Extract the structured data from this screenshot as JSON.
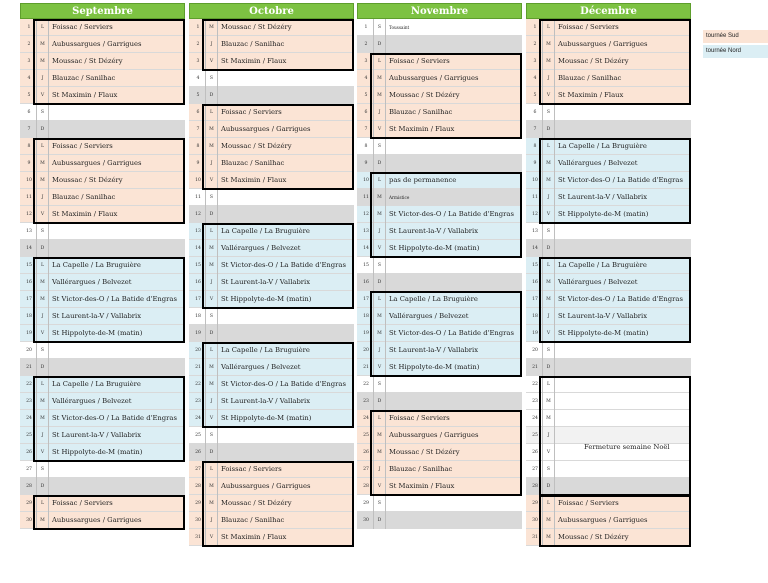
{
  "legend": [
    {
      "label": "tournée Sud",
      "color": "#fbe4d5"
    },
    {
      "label": "tournée Nord",
      "color": "#dbeef4"
    }
  ],
  "months": [
    {
      "name": "Septembre",
      "days": [
        {
          "n": "1",
          "d": "L",
          "t": "Foissac / Serviers",
          "c": "sud"
        },
        {
          "n": "2",
          "d": "M",
          "t": "Aubussargues / Garrigues",
          "c": "sud"
        },
        {
          "n": "3",
          "d": "M",
          "t": "Moussac / St Dézéry",
          "c": "sud"
        },
        {
          "n": "4",
          "d": "J",
          "t": "Blauzac / Sanilhac",
          "c": "sud"
        },
        {
          "n": "5",
          "d": "V",
          "t": "St Maximin / Flaux",
          "c": "sud"
        },
        {
          "n": "6",
          "d": "S",
          "t": "",
          "c": "s"
        },
        {
          "n": "7",
          "d": "D",
          "t": "",
          "c": "d"
        },
        {
          "n": "8",
          "d": "L",
          "t": "Foissac / Serviers",
          "c": "sud"
        },
        {
          "n": "9",
          "d": "M",
          "t": "Aubussargues / Garrigues",
          "c": "sud"
        },
        {
          "n": "10",
          "d": "M",
          "t": "Moussac / St Dézéry",
          "c": "sud"
        },
        {
          "n": "11",
          "d": "J",
          "t": "Blauzac / Sanilhac",
          "c": "sud"
        },
        {
          "n": "12",
          "d": "V",
          "t": "St Maximin / Flaux",
          "c": "sud"
        },
        {
          "n": "13",
          "d": "S",
          "t": "",
          "c": "s"
        },
        {
          "n": "14",
          "d": "D",
          "t": "",
          "c": "d"
        },
        {
          "n": "15",
          "d": "L",
          "t": "La Capelle / La Bruguière",
          "c": "nord"
        },
        {
          "n": "16",
          "d": "M",
          "t": "Vallérargues / Belvezet",
          "c": "nord"
        },
        {
          "n": "17",
          "d": "M",
          "t": "St Victor-des-O / La Batide d'Engras",
          "c": "nord"
        },
        {
          "n": "18",
          "d": "J",
          "t": "St Laurent-la-V / Vallabrix",
          "c": "nord"
        },
        {
          "n": "19",
          "d": "V",
          "t": "St Hippolyte-de-M (matin)",
          "c": "nord"
        },
        {
          "n": "20",
          "d": "S",
          "t": "",
          "c": "s"
        },
        {
          "n": "21",
          "d": "D",
          "t": "",
          "c": "d"
        },
        {
          "n": "22",
          "d": "L",
          "t": "La Capelle / La Bruguière",
          "c": "nord"
        },
        {
          "n": "23",
          "d": "M",
          "t": "Vallérargues / Belvezet",
          "c": "nord"
        },
        {
          "n": "24",
          "d": "M",
          "t": "St Victor-des-O / La Batide d'Engras",
          "c": "nord"
        },
        {
          "n": "25",
          "d": "J",
          "t": "St Laurent-la-V / Vallabrix",
          "c": "nord"
        },
        {
          "n": "26",
          "d": "V",
          "t": "St Hippolyte-de-M (matin)",
          "c": "nord"
        },
        {
          "n": "27",
          "d": "S",
          "t": "",
          "c": "s"
        },
        {
          "n": "28",
          "d": "D",
          "t": "",
          "c": "d"
        },
        {
          "n": "29",
          "d": "L",
          "t": "Foissac / Serviers",
          "c": "sud"
        },
        {
          "n": "30",
          "d": "M",
          "t": "Aubussargues / Garrigues",
          "c": "sud"
        }
      ]
    },
    {
      "name": "Octobre",
      "days": [
        {
          "n": "1",
          "d": "M",
          "t": "Moussac / St Dézéry",
          "c": "sud"
        },
        {
          "n": "2",
          "d": "J",
          "t": "Blauzac / Sanilhac",
          "c": "sud"
        },
        {
          "n": "3",
          "d": "V",
          "t": "St Maximin / Flaux",
          "c": "sud"
        },
        {
          "n": "4",
          "d": "S",
          "t": "",
          "c": "s"
        },
        {
          "n": "5",
          "d": "D",
          "t": "",
          "c": "d"
        },
        {
          "n": "6",
          "d": "L",
          "t": "Foissac / Serviers",
          "c": "sud"
        },
        {
          "n": "7",
          "d": "M",
          "t": "Aubussargues / Garrigues",
          "c": "sud"
        },
        {
          "n": "8",
          "d": "M",
          "t": "Moussac / St Dézéry",
          "c": "sud"
        },
        {
          "n": "9",
          "d": "J",
          "t": "Blauzac / Sanilhac",
          "c": "sud"
        },
        {
          "n": "10",
          "d": "V",
          "t": "St Maximin / Flaux",
          "c": "sud"
        },
        {
          "n": "11",
          "d": "S",
          "t": "",
          "c": "s"
        },
        {
          "n": "12",
          "d": "D",
          "t": "",
          "c": "d"
        },
        {
          "n": "13",
          "d": "L",
          "t": "La Capelle / La Bruguière",
          "c": "nord"
        },
        {
          "n": "14",
          "d": "M",
          "t": "Vallérargues / Belvezet",
          "c": "nord"
        },
        {
          "n": "15",
          "d": "M",
          "t": "St Victor-des-O / La Batide d'Engras",
          "c": "nord"
        },
        {
          "n": "16",
          "d": "J",
          "t": "St Laurent-la-V / Vallabrix",
          "c": "nord"
        },
        {
          "n": "17",
          "d": "V",
          "t": "St Hippolyte-de-M (matin)",
          "c": "nord"
        },
        {
          "n": "18",
          "d": "S",
          "t": "",
          "c": "s"
        },
        {
          "n": "19",
          "d": "D",
          "t": "",
          "c": "d"
        },
        {
          "n": "20",
          "d": "L",
          "t": "La Capelle / La Bruguière",
          "c": "nord"
        },
        {
          "n": "21",
          "d": "M",
          "t": "Vallérargues / Belvezet",
          "c": "nord"
        },
        {
          "n": "22",
          "d": "M",
          "t": "St Victor-des-O / La Batide d'Engras",
          "c": "nord"
        },
        {
          "n": "23",
          "d": "J",
          "t": "St Laurent-la-V / Vallabrix",
          "c": "nord"
        },
        {
          "n": "24",
          "d": "V",
          "t": "St Hippolyte-de-M (matin)",
          "c": "nord"
        },
        {
          "n": "25",
          "d": "S",
          "t": "",
          "c": "s"
        },
        {
          "n": "26",
          "d": "D",
          "t": "",
          "c": "d"
        },
        {
          "n": "27",
          "d": "L",
          "t": "Foissac / Serviers",
          "c": "sud"
        },
        {
          "n": "28",
          "d": "M",
          "t": "Aubussargues / Garrigues",
          "c": "sud"
        },
        {
          "n": "29",
          "d": "M",
          "t": "Moussac / St Dézéry",
          "c": "sud"
        },
        {
          "n": "30",
          "d": "J",
          "t": "Blauzac / Sanilhac",
          "c": "sud"
        },
        {
          "n": "31",
          "d": "V",
          "t": "St Maximin / Flaux",
          "c": "sud"
        }
      ]
    },
    {
      "name": "Novembre",
      "days": [
        {
          "n": "1",
          "d": "S",
          "t": "Toussaint",
          "c": "s",
          "small": true
        },
        {
          "n": "2",
          "d": "D",
          "t": "",
          "c": "d"
        },
        {
          "n": "3",
          "d": "L",
          "t": "Foissac / Serviers",
          "c": "sud"
        },
        {
          "n": "4",
          "d": "M",
          "t": "Aubussargues / Garrigues",
          "c": "sud"
        },
        {
          "n": "5",
          "d": "M",
          "t": "Moussac / St Dézéry",
          "c": "sud"
        },
        {
          "n": "6",
          "d": "J",
          "t": "Blauzac / Sanilhac",
          "c": "sud"
        },
        {
          "n": "7",
          "d": "V",
          "t": "St Maximin / Flaux",
          "c": "sud"
        },
        {
          "n": "8",
          "d": "S",
          "t": "",
          "c": "s"
        },
        {
          "n": "9",
          "d": "D",
          "t": "",
          "c": "d"
        },
        {
          "n": "10",
          "d": "L",
          "t": "pas de permanence",
          "c": "nord"
        },
        {
          "n": "11",
          "d": "M",
          "t": "Armistice",
          "c": "d",
          "small": true
        },
        {
          "n": "12",
          "d": "M",
          "t": "St Victor-des-O / La Batide d'Engras",
          "c": "nord"
        },
        {
          "n": "13",
          "d": "J",
          "t": "St Laurent-la-V / Vallabrix",
          "c": "nord"
        },
        {
          "n": "14",
          "d": "V",
          "t": "St Hippolyte-de-M (matin)",
          "c": "nord"
        },
        {
          "n": "15",
          "d": "S",
          "t": "",
          "c": "s"
        },
        {
          "n": "16",
          "d": "D",
          "t": "",
          "c": "d"
        },
        {
          "n": "17",
          "d": "L",
          "t": "La Capelle / La Bruguière",
          "c": "nord"
        },
        {
          "n": "18",
          "d": "M",
          "t": "Vallérargues / Belvezet",
          "c": "nord"
        },
        {
          "n": "19",
          "d": "M",
          "t": "St Victor-des-O / La Batide d'Engras",
          "c": "nord"
        },
        {
          "n": "20",
          "d": "J",
          "t": "St Laurent-la-V / Vallabrix",
          "c": "nord"
        },
        {
          "n": "21",
          "d": "V",
          "t": "St Hippolyte-de-M (matin)",
          "c": "nord"
        },
        {
          "n": "22",
          "d": "S",
          "t": "",
          "c": "s"
        },
        {
          "n": "23",
          "d": "D",
          "t": "",
          "c": "d"
        },
        {
          "n": "24",
          "d": "L",
          "t": "Foissac / Serviers",
          "c": "sud"
        },
        {
          "n": "25",
          "d": "M",
          "t": "Aubussargues / Garrigues",
          "c": "sud"
        },
        {
          "n": "26",
          "d": "M",
          "t": "Moussac / St Dézéry",
          "c": "sud"
        },
        {
          "n": "27",
          "d": "J",
          "t": "Blauzac / Sanilhac",
          "c": "sud"
        },
        {
          "n": "28",
          "d": "V",
          "t": "St Maximin / Flaux",
          "c": "sud"
        },
        {
          "n": "29",
          "d": "S",
          "t": "",
          "c": "s"
        },
        {
          "n": "30",
          "d": "D",
          "t": "",
          "c": "d"
        }
      ]
    },
    {
      "name": "Décembre",
      "days": [
        {
          "n": "1",
          "d": "L",
          "t": "Foissac / Serviers",
          "c": "sud"
        },
        {
          "n": "2",
          "d": "M",
          "t": "Aubussargues / Garrigues",
          "c": "sud"
        },
        {
          "n": "3",
          "d": "M",
          "t": "Moussac / St Dézéry",
          "c": "sud"
        },
        {
          "n": "4",
          "d": "J",
          "t": "Blauzac / Sanilhac",
          "c": "sud"
        },
        {
          "n": "5",
          "d": "V",
          "t": "St Maximin / Flaux",
          "c": "sud"
        },
        {
          "n": "6",
          "d": "S",
          "t": "",
          "c": "s"
        },
        {
          "n": "7",
          "d": "D",
          "t": "",
          "c": "d"
        },
        {
          "n": "8",
          "d": "L",
          "t": "La Capelle / La Bruguière",
          "c": "nord"
        },
        {
          "n": "9",
          "d": "M",
          "t": "Vallérargues / Belvezet",
          "c": "nord"
        },
        {
          "n": "10",
          "d": "M",
          "t": "St Victor-des-O / La Batide d'Engras",
          "c": "nord"
        },
        {
          "n": "11",
          "d": "J",
          "t": "St Laurent-la-V / Vallabrix",
          "c": "nord"
        },
        {
          "n": "12",
          "d": "V",
          "t": "St Hippolyte-de-M (matin)",
          "c": "nord"
        },
        {
          "n": "13",
          "d": "S",
          "t": "",
          "c": "s"
        },
        {
          "n": "14",
          "d": "D",
          "t": "",
          "c": "d"
        },
        {
          "n": "15",
          "d": "L",
          "t": "La Capelle / La Bruguière",
          "c": "nord"
        },
        {
          "n": "16",
          "d": "M",
          "t": "Vallérargues / Belvezet",
          "c": "nord"
        },
        {
          "n": "17",
          "d": "M",
          "t": "St Victor-des-O / La Batide d'Engras",
          "c": "nord"
        },
        {
          "n": "18",
          "d": "J",
          "t": "St Laurent-la-V / Vallabrix",
          "c": "nord"
        },
        {
          "n": "19",
          "d": "V",
          "t": "St Hippolyte-de-M (matin)",
          "c": "nord"
        },
        {
          "n": "20",
          "d": "S",
          "t": "",
          "c": "s"
        },
        {
          "n": "21",
          "d": "D",
          "t": "",
          "c": "d"
        },
        {
          "n": "22",
          "d": "L",
          "t": "",
          "c": "s"
        },
        {
          "n": "23",
          "d": "M",
          "t": "",
          "c": "s"
        },
        {
          "n": "24",
          "d": "M",
          "t": "",
          "c": "s"
        },
        {
          "n": "25",
          "d": "J",
          "t": "",
          "c": "lgray"
        },
        {
          "n": "26",
          "d": "V",
          "t": "",
          "c": "s"
        },
        {
          "n": "27",
          "d": "S",
          "t": "",
          "c": "s"
        },
        {
          "n": "28",
          "d": "D",
          "t": "",
          "c": "d"
        },
        {
          "n": "29",
          "d": "L",
          "t": "Foissac / Serviers",
          "c": "sud"
        },
        {
          "n": "30",
          "d": "M",
          "t": "Aubussargues / Garrigues",
          "c": "sud"
        },
        {
          "n": "31",
          "d": "M",
          "t": "Moussac / St Dézéry",
          "c": "sud"
        }
      ],
      "note": "Fermeture semaine Noël"
    }
  ]
}
